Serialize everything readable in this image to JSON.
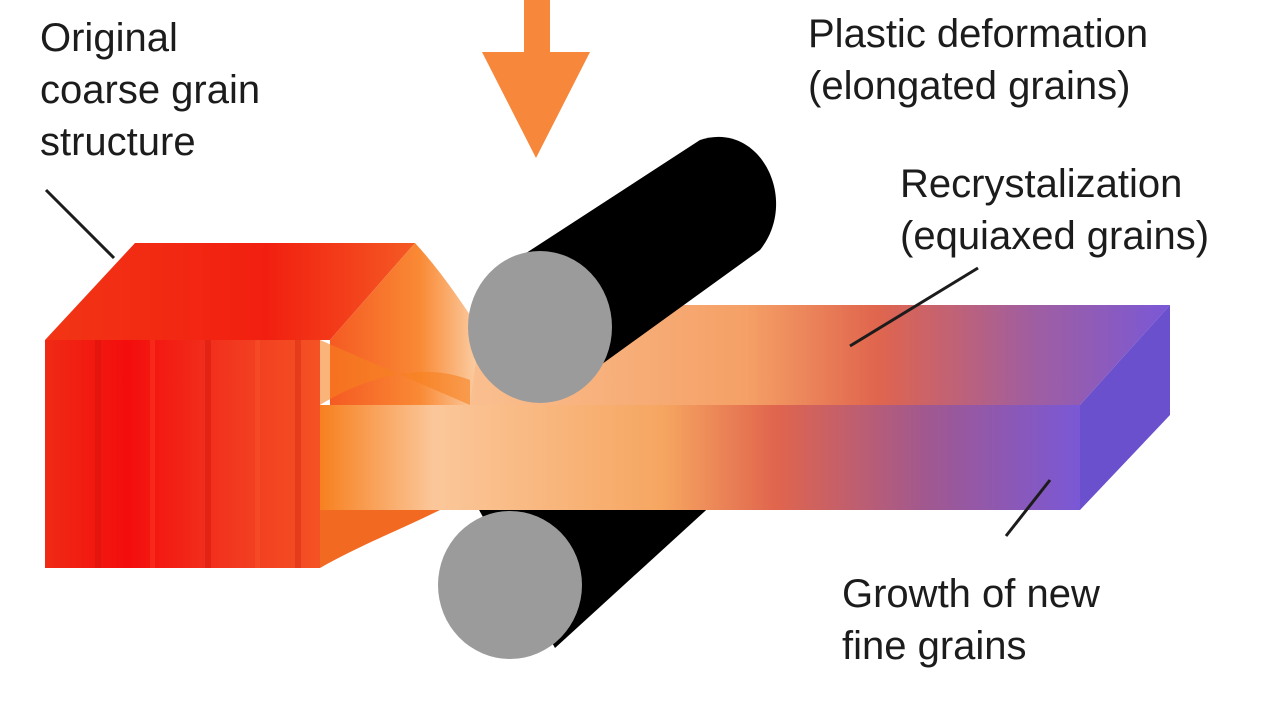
{
  "labels": {
    "original": {
      "line1": "Original",
      "line2": "coarse grain",
      "line3": "structure"
    },
    "plastic": {
      "line1": "Plastic deformation",
      "line2": "(elongated grains)"
    },
    "recrystallization": {
      "line1": "Recrystalization",
      "line2": "(equiaxed grains)"
    },
    "growth": {
      "line1": "Growth of new",
      "line2": "fine grains"
    }
  },
  "colors": {
    "coarse_grain": "#f21a0e",
    "deformed": "#fbb07a",
    "recrystallized": "#d95a54",
    "fine_grain": "#7055d0",
    "roller_body": "#000000",
    "roller_end": "#9b9b9b",
    "arrow": "#f7873a"
  }
}
